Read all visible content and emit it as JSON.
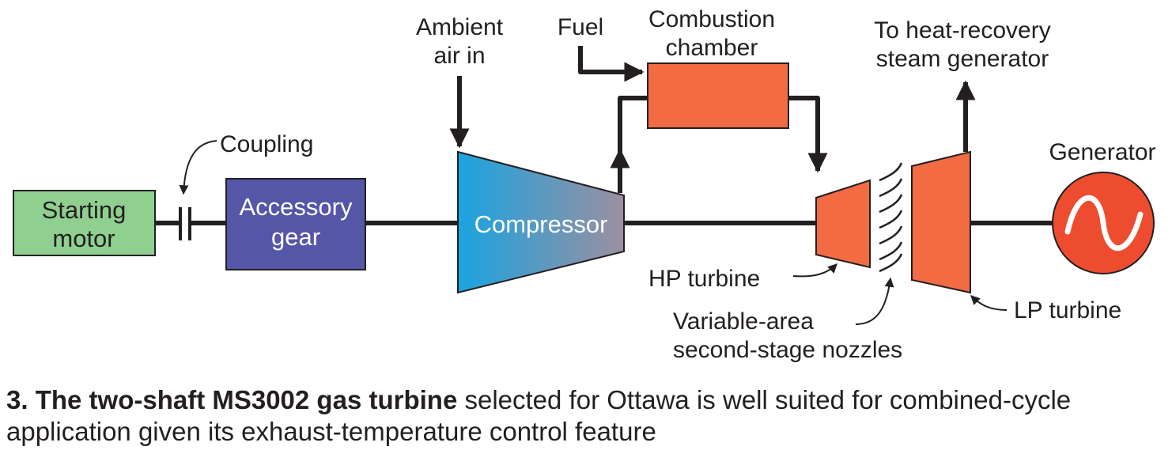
{
  "labels": {
    "starting_motor": [
      "Starting",
      "motor"
    ],
    "coupling": "Coupling",
    "accessory_gear": [
      "Accessory",
      "gear"
    ],
    "ambient_air": [
      "Ambient",
      "air in"
    ],
    "compressor": "Compressor",
    "fuel": "Fuel",
    "combustion_chamber": [
      "Combustion",
      "chamber"
    ],
    "hp_turbine": "HP turbine",
    "nozzles": [
      "Variable-area",
      "second-stage nozzles"
    ],
    "lp_turbine": "LP turbine",
    "heat_recovery": [
      "To heat-recovery",
      "steam generator"
    ],
    "generator": "Generator"
  },
  "caption": {
    "number": "3.",
    "title": "The two-shaft MS3002 gas turbine",
    "text": "selected for Ottawa is well suited for combined-cycle application given its exhaust-temperature control feature"
  },
  "colors": {
    "starting_motor": "#8fcf8f",
    "accessory_gear": "#5556a8",
    "compressor_start": "#1aa3e0",
    "compressor_end": "#9c8fa0",
    "combustion": "#f26b43",
    "turbine": "#f26b43",
    "generator": "#ee4c2f",
    "line": "#231f20"
  },
  "icons": [
    "arrow-icon",
    "sine-wave-icon",
    "nozzle-vane-icon"
  ]
}
